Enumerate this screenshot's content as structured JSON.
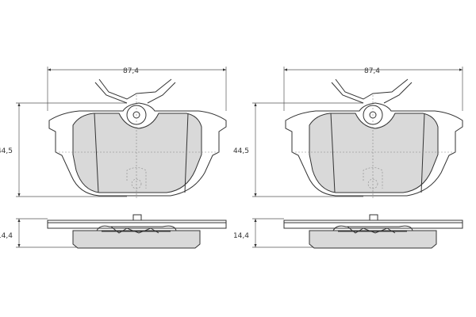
{
  "views": [
    {
      "id": "left",
      "width_label": "87,4",
      "height_label": "44,5",
      "thickness_label": "14,4"
    },
    {
      "id": "right",
      "width_label": "87,4",
      "height_label": "44,5",
      "thickness_label": "14,4"
    }
  ]
}
